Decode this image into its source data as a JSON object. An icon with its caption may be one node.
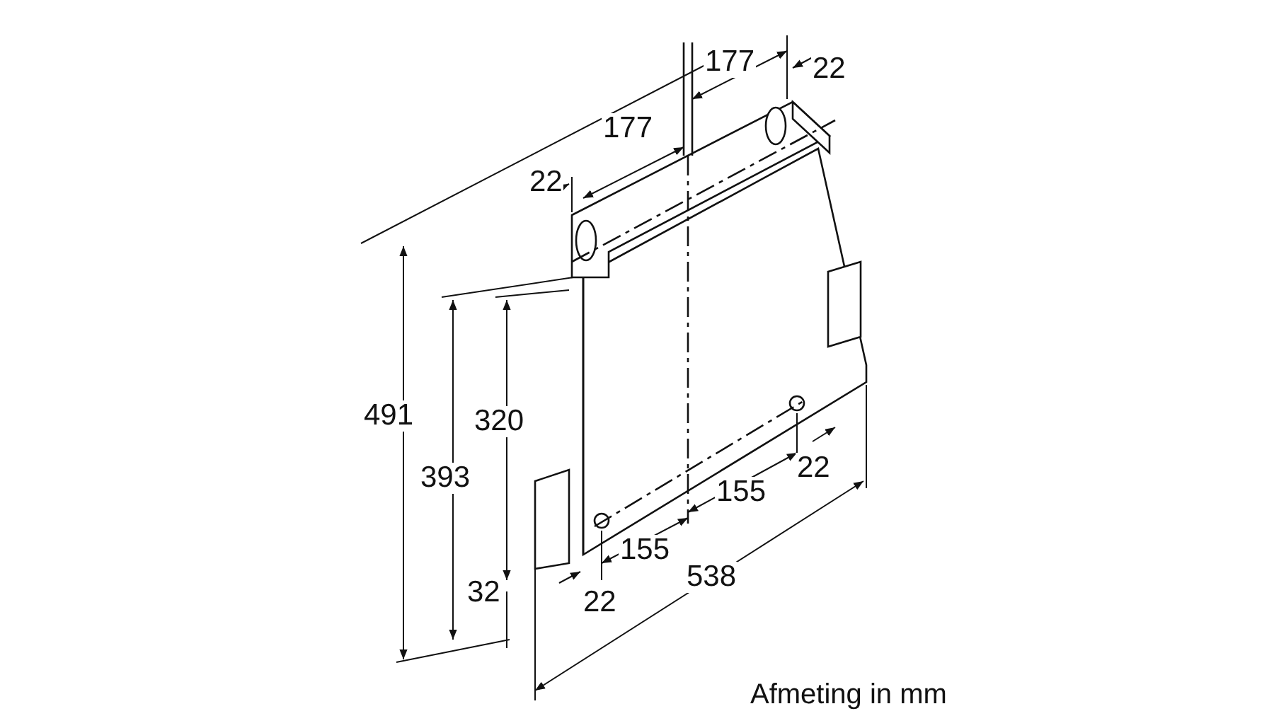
{
  "diagram": {
    "caption": "Afmeting in mm",
    "labels": [
      "177",
      "22",
      "177",
      "22",
      "491",
      "320",
      "393",
      "22",
      "155",
      "155",
      "538",
      "32",
      "22"
    ]
  }
}
